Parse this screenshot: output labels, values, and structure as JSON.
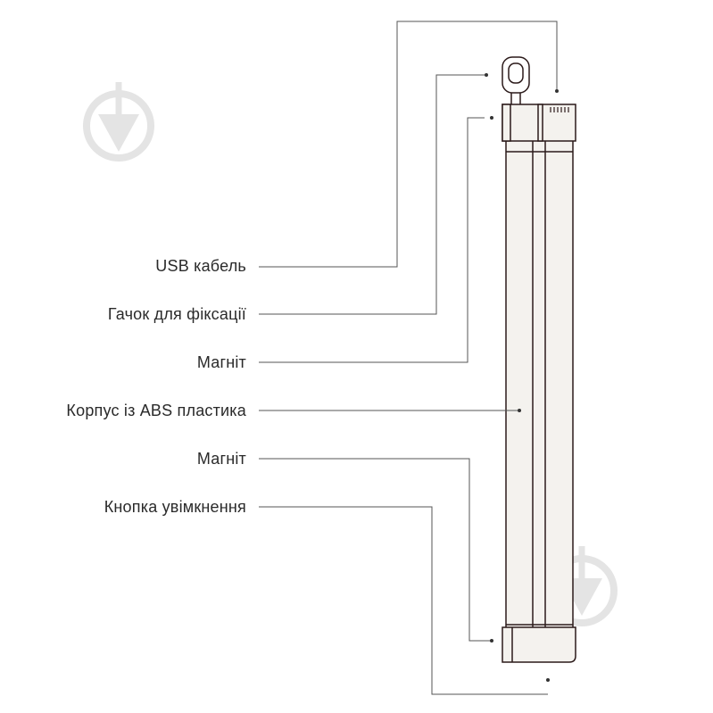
{
  "labels": {
    "usb_cable": "USB кабель",
    "hook": "Гачок для фіксації",
    "magnet_top": "Магніт",
    "body": "Корпус із ABS пластика",
    "magnet_bottom": "Магніт",
    "power_button": "Кнопка увімкнення"
  },
  "colors": {
    "line": "#555555",
    "lamp_outline": "#2b1a1a",
    "lamp_fill": "#f4f2ee",
    "watermark": "#e4e4e4"
  }
}
